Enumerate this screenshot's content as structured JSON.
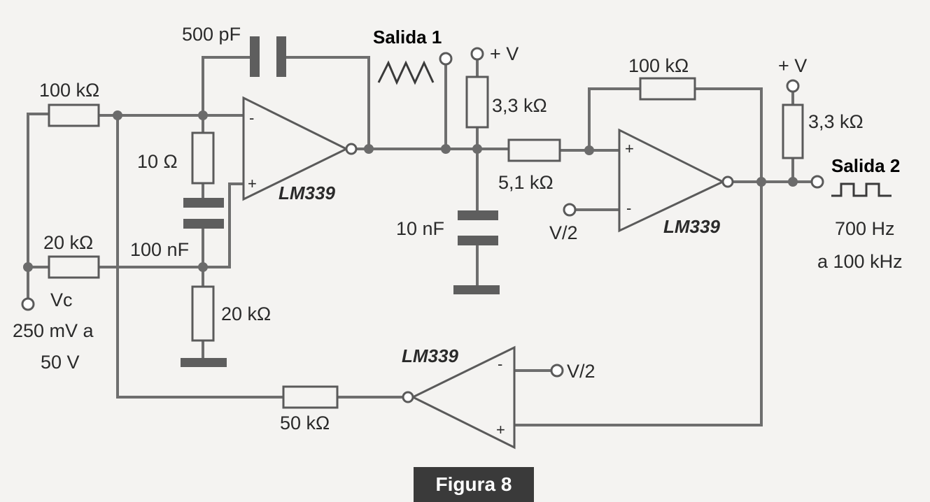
{
  "labels": {
    "r_in": "100 kΩ",
    "r_vc": "20 kΩ",
    "r_10": "10 Ω",
    "c_100n": "100 nF",
    "r_20": "20 kΩ",
    "c_500p": "500 pF",
    "ic1": "LM339",
    "ic2": "LM339",
    "ic3": "LM339",
    "out1": "Salida 1",
    "out2": "Salida 2",
    "vplus1": "+ V",
    "vplus2": "+ V",
    "r_pull1": "3,3 kΩ",
    "r_pull2": "3,3 kΩ",
    "r_5k1": "5,1 kΩ",
    "c_10n": "10 nF",
    "r_fb": "100 kΩ",
    "vref1": "V/2",
    "vref2": "V/2",
    "r_50k": "50 kΩ",
    "vc": "Vc",
    "vc_range_1": "250 mV a",
    "vc_range_2": "50 V",
    "freq_1": "700 Hz",
    "freq_2": "a 100 kHz",
    "pin_minus": "-",
    "pin_plus": "+"
  },
  "caption": "Figura 8"
}
